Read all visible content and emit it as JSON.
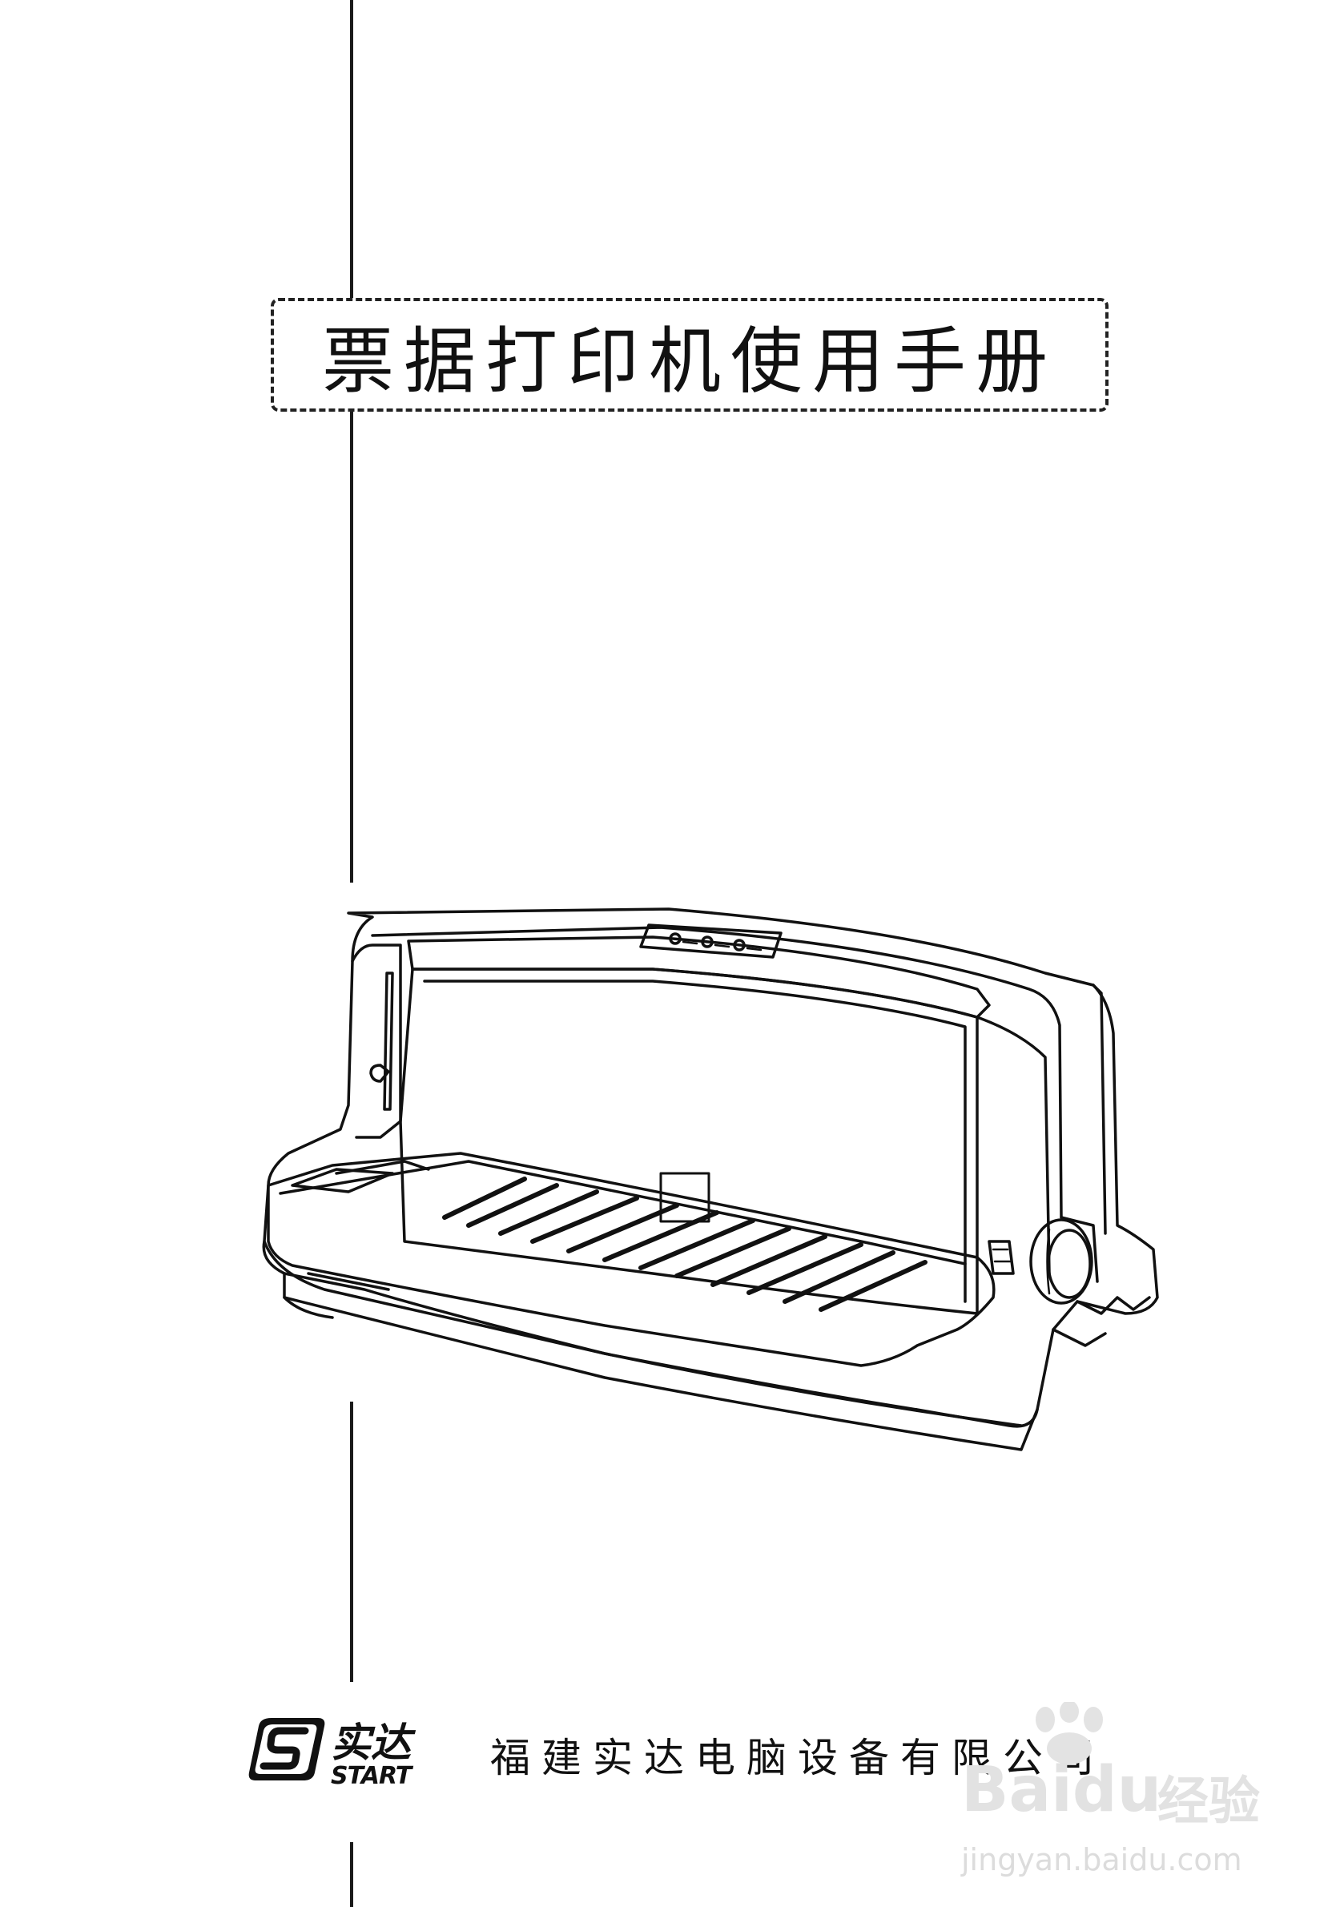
{
  "cover": {
    "title": "票据打印机使用手册"
  },
  "footer": {
    "logo": {
      "chinese": "实达",
      "english": "START"
    },
    "company": "福建实达电脑设备有限公司"
  },
  "watermark": {
    "brand": "Baidu",
    "sub": "经验",
    "url": "jingyan.baidu.com"
  }
}
